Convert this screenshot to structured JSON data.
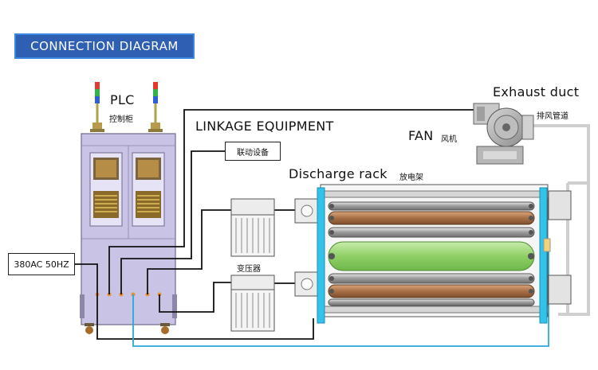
{
  "banner": {
    "title": "CONNECTION DIAGRAM"
  },
  "labels": {
    "plc": "PLC",
    "plc_cn": "控制柜",
    "linkage": "LINKAGE EQUIPMENT",
    "linkage_cn": "联动设备",
    "exhaust": "Exhaust duct",
    "exhaust_cn": "排风管道",
    "fan": "FAN",
    "fan_cn": "风机",
    "discharge": "Discharge rack",
    "discharge_cn": "放电架",
    "transformer_cn": "变压器",
    "power": "380AC 50HZ"
  },
  "colors": {
    "banner_bg": "#2f5fb3",
    "cabinet": "#c9c4e6",
    "frame_cyan": "#33c3e8",
    "roller_green": "#9ed67a",
    "roller_brown": "#b07a4f",
    "wire": "#111111",
    "wire_cyan": "#2aa7d8"
  }
}
